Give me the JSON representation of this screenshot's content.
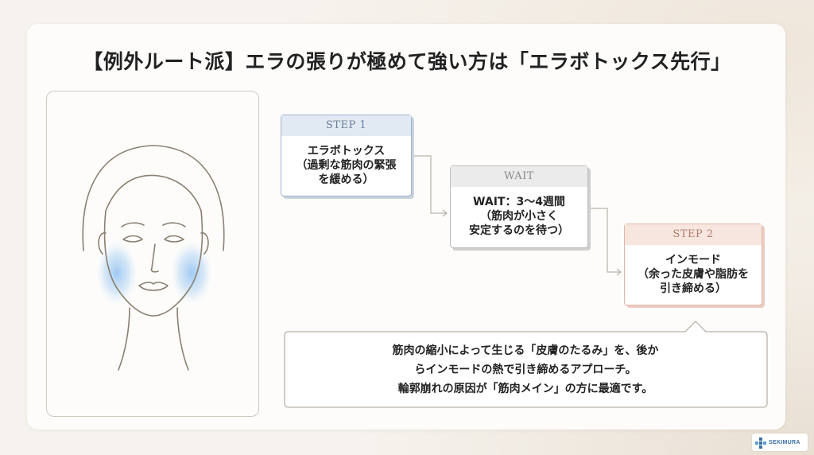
{
  "title": "【例外ルート派】エラの張りが極めて強い方は「エラボトックス先行」",
  "face_panel": {
    "illustration": "face-line-drawing",
    "highlight_color": "#9ec8f0"
  },
  "steps": [
    {
      "header": "STEP 1",
      "lines": [
        "エラボトックス",
        "（過剰な筋肉の緊張",
        "を緩める）"
      ],
      "color": "#9eb4cf"
    },
    {
      "header": "WAIT",
      "lines": [
        "WAIT：3〜4週間",
        "（筋肉が小さく",
        "安定するのを待つ）"
      ],
      "color": "#bdbdbd"
    },
    {
      "header": "STEP 2",
      "lines": [
        "インモード",
        "（余った皮膚や脂肪を",
        "引き締める）"
      ],
      "color": "#e2b7a8"
    }
  ],
  "callout": {
    "lines": [
      "筋肉の縮小によって生じる「皮膚のたるみ」を、後か",
      "らインモードの熱で引き締めるアプローチ。",
      "輪郭崩れの原因が「筋肉メイン」の方に最適です。"
    ]
  },
  "logo": {
    "text": "SEKIMURA",
    "icon": "cross-logo-icon",
    "color": "#3a6ea5"
  }
}
